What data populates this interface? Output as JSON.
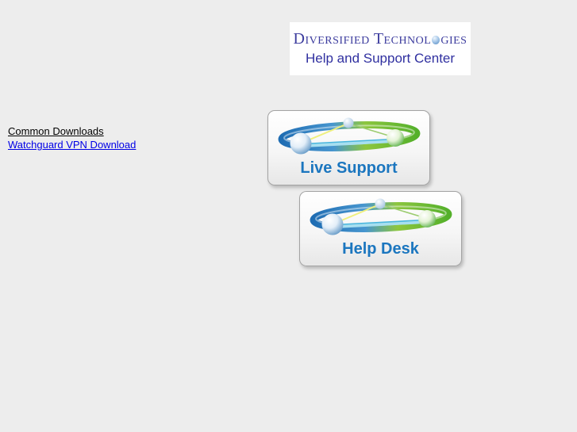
{
  "page": {
    "background": "#ededed"
  },
  "logo_banner": {
    "title": "Diversified Technologies",
    "title_pre": "Diversified Technol",
    "title_post": "gies",
    "subtitle": "Help and Support Center",
    "title_color": "#3c3c9e",
    "subtitle_color": "#3030a0"
  },
  "downloads": {
    "heading": "Common Downloads",
    "links": [
      {
        "label": "Watchguard VPN Download",
        "color": "#0000e6"
      }
    ]
  },
  "buttons": [
    {
      "label": "Live Support"
    },
    {
      "label": "Help Desk"
    }
  ],
  "icons": {
    "orbit_logo": "orbit-logo-icon",
    "sphere_o": "sphere-o-icon"
  },
  "colors": {
    "link_blue": "#0000e6",
    "button_label_blue": "#1b76bf",
    "orbit_blue": "#1f6db3",
    "orbit_green": "#54b02a",
    "line_yellow": "#eef07e",
    "line_cyan": "#49b6dd",
    "line_green": "#9ccc70"
  }
}
